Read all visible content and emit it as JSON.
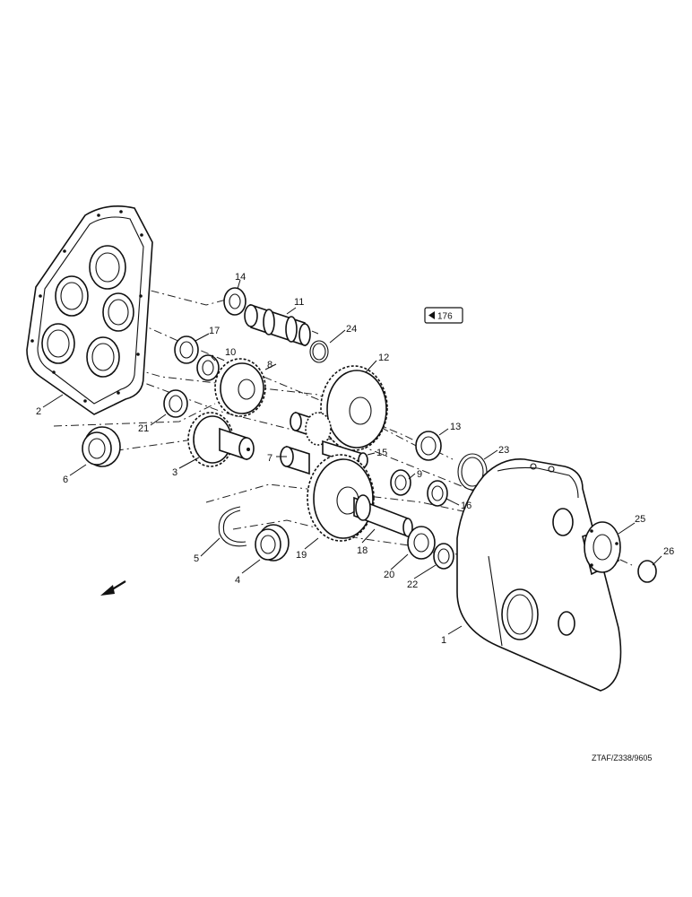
{
  "diagram": {
    "labels": {
      "l1": "1",
      "l2": "2",
      "l3": "3",
      "l4": "4",
      "l5": "5",
      "l6": "6",
      "l7": "7",
      "l8": "8",
      "l9": "9",
      "l10": "10",
      "l11": "11",
      "l12": "12",
      "l13": "13",
      "l14": "14",
      "l15": "15",
      "l16": "16",
      "l17": "17",
      "l18": "18",
      "l19": "19",
      "l20": "20",
      "l21": "21",
      "l22": "22",
      "l23": "23",
      "l24": "24",
      "l25": "25",
      "l26": "26"
    },
    "page_ref": "176",
    "drawing_code": "ZTAF/Z338/9605"
  }
}
